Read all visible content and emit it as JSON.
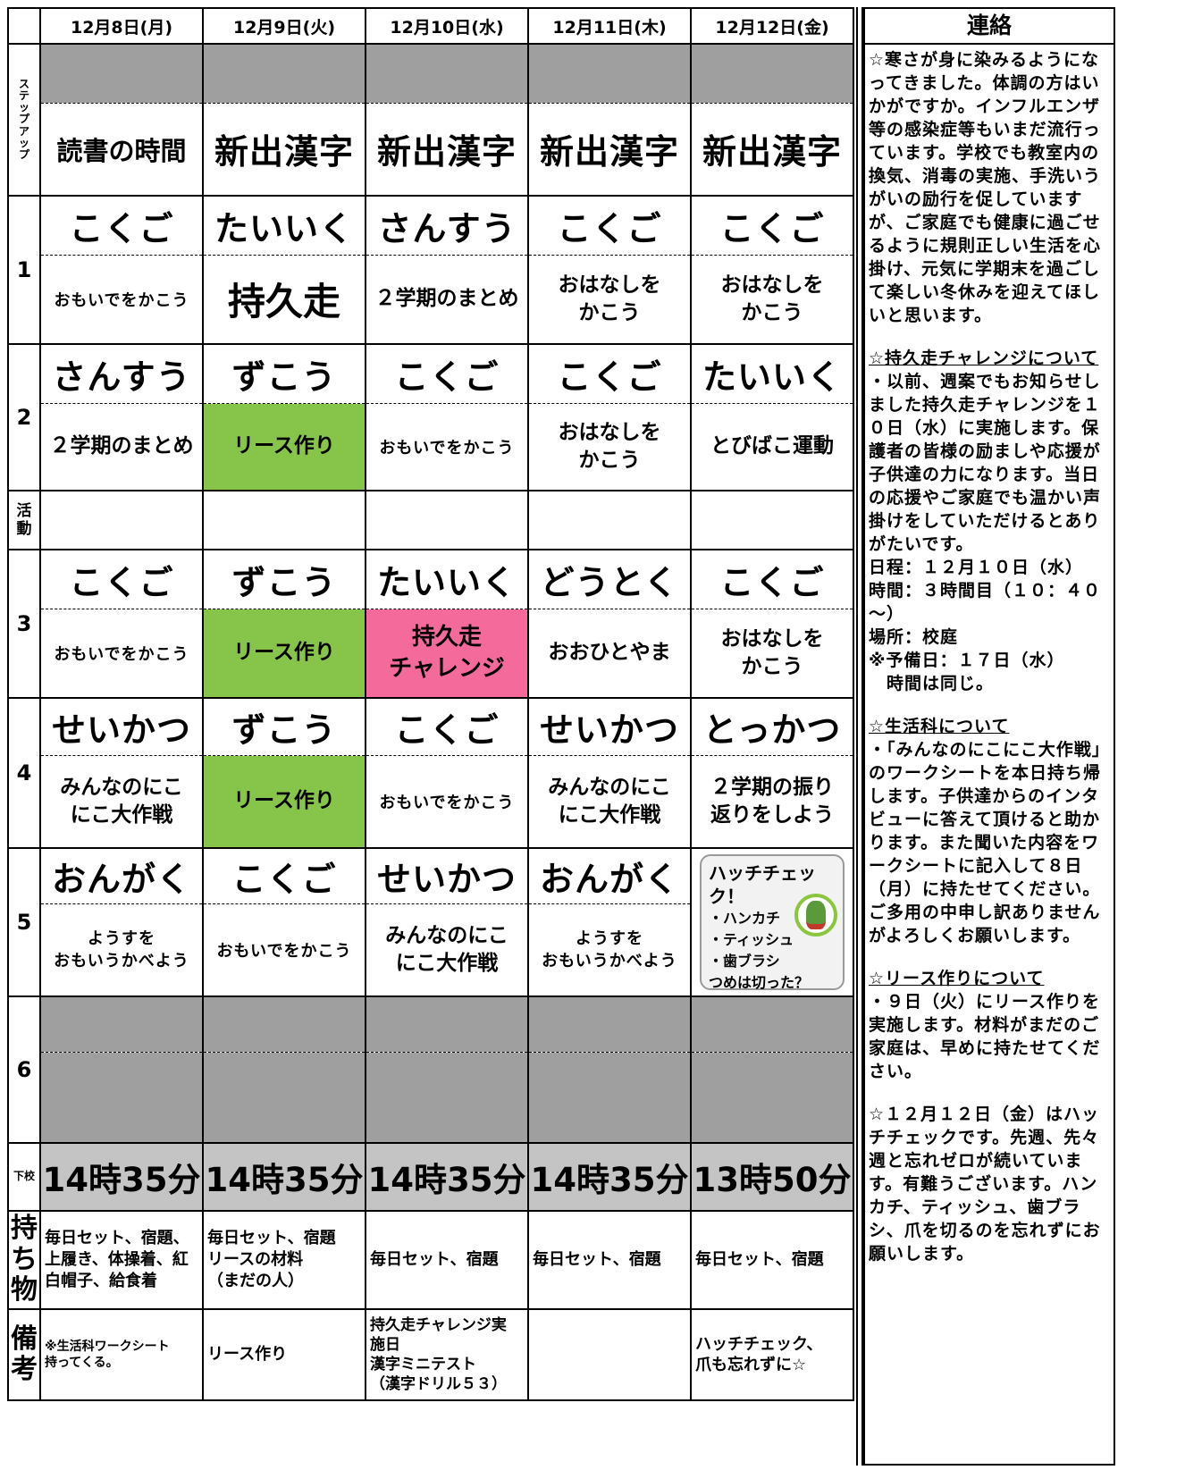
{
  "days": [
    "12月8日(月)",
    "12月9日(火)",
    "12月10日(水)",
    "12月11日(木)",
    "12月12日(金)"
  ],
  "contact_title": "連絡",
  "row_labels": {
    "step": "ステップアップ",
    "p1": "1",
    "p2": "2",
    "act": "活動",
    "p3": "3",
    "p4": "4",
    "p5": "5",
    "p6": "6",
    "dismissal": "下校",
    "items": "持ち物",
    "notes": "備考"
  },
  "step_up": [
    "読書の時間",
    "新出漢字",
    "新出漢字",
    "新出漢字",
    "新出漢字"
  ],
  "periods": {
    "p1": {
      "subjects": [
        "こくご",
        "たいいく",
        "さんすう",
        "こくご",
        "こくご"
      ],
      "contents": [
        "おもいでをかこう",
        "持久走",
        "２学期のまとめ",
        "おはなしを\nかこう",
        "おはなしを\nかこう"
      ]
    },
    "p2": {
      "subjects": [
        "さんすう",
        "ずこう",
        "こくご",
        "こくご",
        "たいいく"
      ],
      "contents": [
        "２学期のまとめ",
        "リース作り",
        "おもいでをかこう",
        "おはなしを\nかこう",
        "とびばこ運動"
      ]
    },
    "p3": {
      "subjects": [
        "こくご",
        "ずこう",
        "たいいく",
        "どうとく",
        "こくご"
      ],
      "contents": [
        "おもいでをかこう",
        "リース作り",
        "持久走\nチャレンジ",
        "おおひとやま",
        "おはなしを\nかこう"
      ]
    },
    "p4": {
      "subjects": [
        "せいかつ",
        "ずこう",
        "こくご",
        "せいかつ",
        "とっかつ"
      ],
      "contents": [
        "みんなのにこ\nにこ大作戦",
        "リース作り",
        "おもいでをかこう",
        "みんなのにこ\nにこ大作戦",
        "２学期の振り\n返りをしよう"
      ]
    },
    "p5": {
      "subjects": [
        "おんがく",
        "こくご",
        "せいかつ",
        "おんがく"
      ],
      "contents": [
        "ようすを\nおもいうかべよう",
        "おもいでをかこう",
        "みんなのにこ\nにこ大作戦",
        "ようすを\nおもいうかべよう"
      ]
    }
  },
  "hatch_check": {
    "title": "ハッチチェック！",
    "lines": [
      "・ハンカチ",
      "・ティッシュ",
      "・歯ブラシ",
      "つめは切った？"
    ]
  },
  "dismissal": [
    "14時35分",
    "14時35分",
    "14時35分",
    "14時35分",
    "13時50分"
  ],
  "items": [
    "毎日セット、宿題、\n上履き、体操着、紅\n白帽子、給食着",
    "毎日セット、宿題\nリースの材料\n（まだの人）",
    "毎日セット、宿題",
    "毎日セット、宿題",
    "毎日セット、宿題"
  ],
  "notes": [
    "※生活科ワークシート\n持ってくる。",
    "リース作り",
    "持久走チャレンジ実\n施日\n漢字ミニテスト\n（漢字ドリル５３）",
    "",
    "ハッチチェック、\n爪も忘れずに☆"
  ],
  "contact": {
    "p1": "☆寒さが身に染みるようになってきました。体調の方はいかがですか。インフルエンザ等の感染症等もいまだ流行っています。学校でも教室内の換気、消毒の実施、手洗いうがいの励行を促していますが、ご家庭でも健康に過ごせるように規則正しい生活を心掛け、元気に学期末を過ごして楽しい冬休みを迎えてほしいと思います。",
    "s2_title": "☆持久走チャレンジについて",
    "s2_body": "・以前、週案でもお知らせしました持久走チャレンジを１０日（水）に実施します。保護者の皆様の励ましや応援が子供達の力になります。当日の応援やご家庭でも温かい声掛けをしていただけるとありがたいです。",
    "s2_date": "日程：１２月１０日（水）",
    "s2_time": "時間：３時間目（１０：４０～）",
    "s2_place": "場所：校庭",
    "s2_reserve": "※予備日：１７日（水）",
    "s2_same": "　時間は同じ。",
    "s3_title": "☆生活科について",
    "s3_body": "・「みんなのにこにこ大作戦」のワークシートを本日持ち帰します。子供達からのインタビューに答えて頂けると助かります。また聞いた内容をワークシートに記入して８日（月）に持たせてください。ご多用の中申し訳ありませんがよろしくお願いします。",
    "s4_title": "☆リース作りについて",
    "s4_body": "・９日（火）にリース作りを実施します。材料がまだのご家庭は、早めに持たせてください。",
    "s5_body": "☆１２月１２日（金）はハッチチェックです。先週、先々週と忘れゼロが続いています。有難うございます。ハンカチ、ティッシュ、歯ブラシ、爪を切るのを忘れずにお願いします。"
  }
}
